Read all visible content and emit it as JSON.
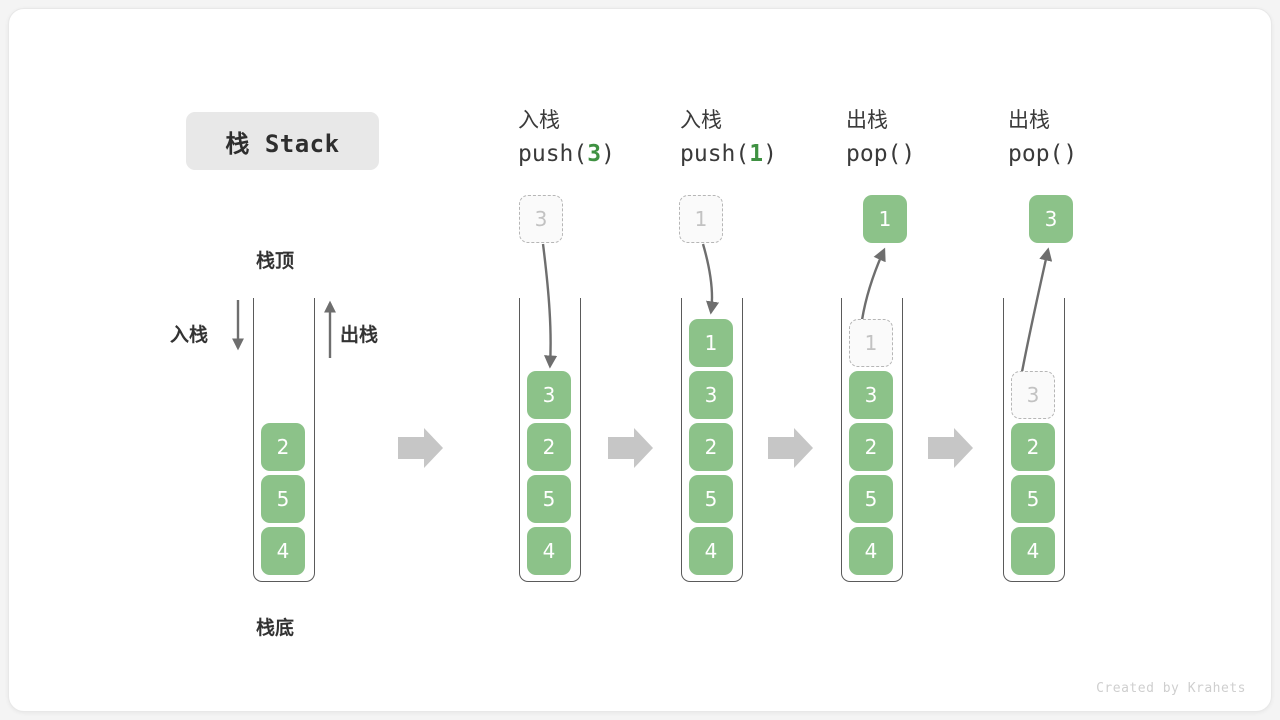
{
  "title_badge": {
    "label": "栈 Stack"
  },
  "left_stack": {
    "top_label": "栈顶",
    "bottom_label": "栈底",
    "push_label": "入栈",
    "pop_label": "出栈",
    "values": [
      "2",
      "5",
      "4"
    ]
  },
  "steps": [
    {
      "cn_label": "入栈",
      "op_prefix": "push(",
      "op_arg": "3",
      "op_suffix": ")",
      "floating_box": {
        "value": "3",
        "style": "ghost"
      },
      "arrow_direction": "down",
      "stack_items": [
        {
          "value": "3",
          "style": "solid"
        },
        {
          "value": "2",
          "style": "solid"
        },
        {
          "value": "5",
          "style": "solid"
        },
        {
          "value": "4",
          "style": "solid"
        }
      ]
    },
    {
      "cn_label": "入栈",
      "op_prefix": "push(",
      "op_arg": "1",
      "op_suffix": ")",
      "floating_box": {
        "value": "1",
        "style": "ghost"
      },
      "arrow_direction": "down",
      "stack_items": [
        {
          "value": "1",
          "style": "solid"
        },
        {
          "value": "3",
          "style": "solid"
        },
        {
          "value": "2",
          "style": "solid"
        },
        {
          "value": "5",
          "style": "solid"
        },
        {
          "value": "4",
          "style": "solid"
        }
      ]
    },
    {
      "cn_label": "出栈",
      "op_prefix": "pop(",
      "op_arg": "",
      "op_suffix": ")",
      "floating_box": {
        "value": "1",
        "style": "solid"
      },
      "arrow_direction": "up",
      "stack_items": [
        {
          "value": "1",
          "style": "ghost"
        },
        {
          "value": "3",
          "style": "solid"
        },
        {
          "value": "2",
          "style": "solid"
        },
        {
          "value": "5",
          "style": "solid"
        },
        {
          "value": "4",
          "style": "solid"
        }
      ]
    },
    {
      "cn_label": "出栈",
      "op_prefix": "pop(",
      "op_arg": "",
      "op_suffix": ")",
      "floating_box": {
        "value": "3",
        "style": "solid"
      },
      "arrow_direction": "up",
      "stack_items": [
        {
          "value": "",
          "style": "empty"
        },
        {
          "value": "3",
          "style": "ghost"
        },
        {
          "value": "2",
          "style": "solid"
        },
        {
          "value": "5",
          "style": "solid"
        },
        {
          "value": "4",
          "style": "solid"
        }
      ]
    }
  ],
  "flow_arrows": 4,
  "footer": {
    "text": "Created by Krahets"
  },
  "colors": {
    "green": "#8cc289",
    "green_text": "#3f9142",
    "ghost_border": "#b6b6b6",
    "ghost_text": "#c2c2c2",
    "tube_border": "#5a5a5a",
    "flow_arrow": "#c6c6c6",
    "curve_arrow": "#6e6e6e",
    "badge_bg": "#e8e8e8",
    "footer_text": "#cfcfcf"
  }
}
